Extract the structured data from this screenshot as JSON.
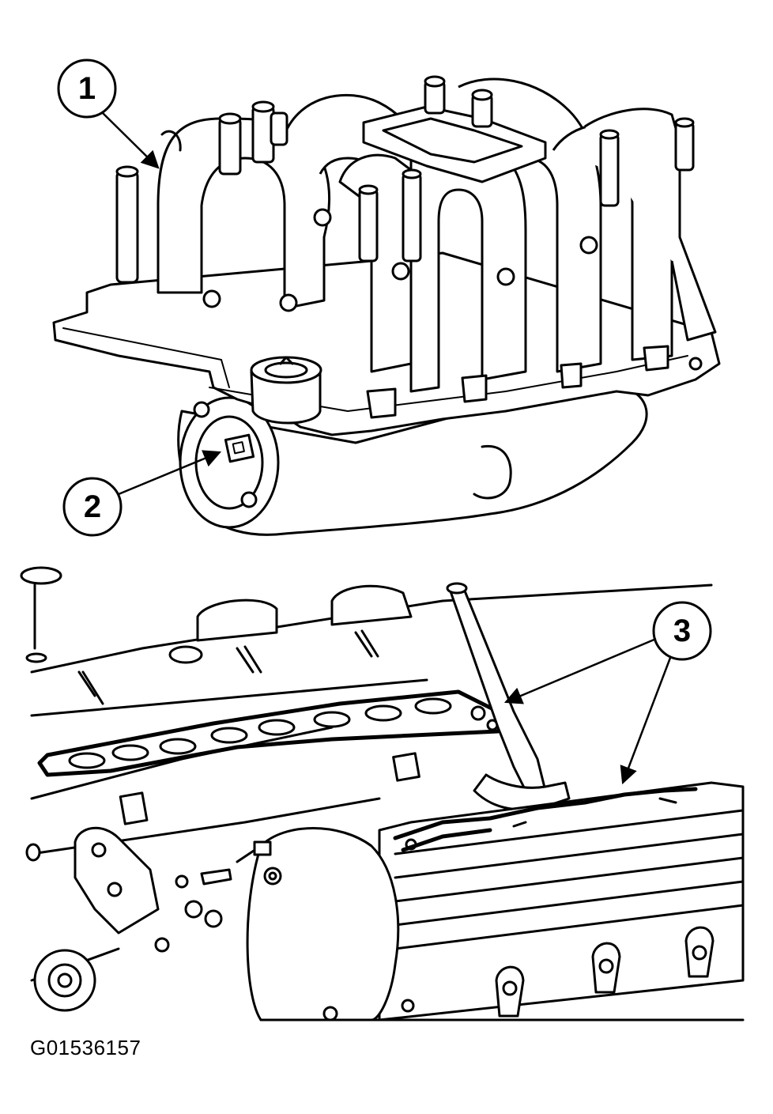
{
  "callouts": [
    {
      "label": "1"
    },
    {
      "label": "2"
    },
    {
      "label": "3"
    }
  ],
  "figure_id": "G01536157"
}
